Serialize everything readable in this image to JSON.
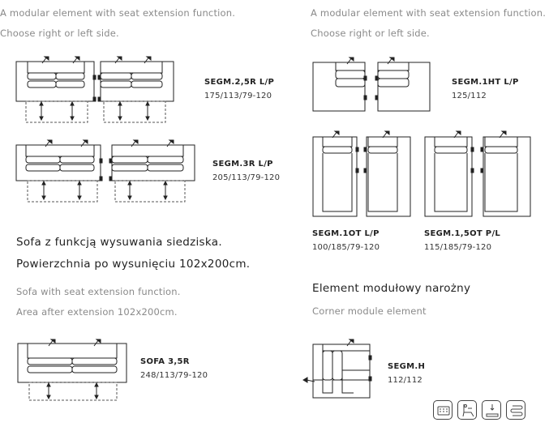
{
  "left": {
    "desc_line1": "A modular element with seat extension function.",
    "desc_line2": "Choose right or left side.",
    "segm25": {
      "code": "SEGM.2,5R L/P",
      "dims": "175/113/79-120"
    },
    "segm3": {
      "code": "SEGM.3R L/P",
      "dims": "205/113/79-120"
    },
    "sofa_pl_line1": "Sofa z funkcją wysuwania siedziska.",
    "sofa_pl_line2": "Powierzchnia po wysunięciu 102x200cm.",
    "sofa_en_line1": "Sofa with seat extension function.",
    "sofa_en_line2": "Area after extension 102x200cm.",
    "sofa35": {
      "code": "SOFA 3,5R",
      "dims": "248/113/79-120"
    }
  },
  "right": {
    "desc_line1": "A modular element with seat extension function.",
    "desc_line2": "Choose right or left side.",
    "segm1ht": {
      "code": "SEGM.1HT L/P",
      "dims": "125/112"
    },
    "segm1ot": {
      "code": "SEGM.1OT L/P",
      "dims": "100/185/79-120"
    },
    "segm15ot": {
      "code": "SEGM.1,5OT P/L",
      "dims": "115/185/79-120"
    },
    "corner_pl": "Element modułowy narożny",
    "corner_en": "Corner module element",
    "segmh": {
      "code": "SEGM.H",
      "dims": "112/112"
    }
  },
  "icons": [
    "seat-foam-icon",
    "recliner-icon",
    "seat-height-icon",
    "spring-icon"
  ]
}
